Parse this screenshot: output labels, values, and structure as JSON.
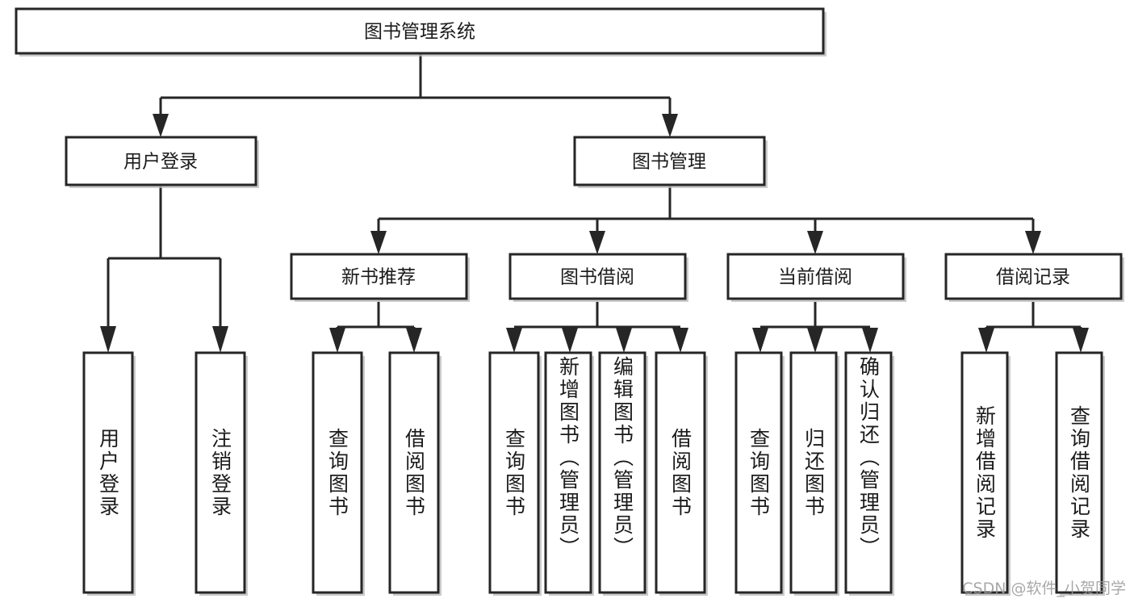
{
  "diagram": {
    "type": "tree-hierarchy",
    "title": "图书管理系统",
    "watermark": "CSDN @软件_小贺同学",
    "colors": {
      "background": "#ffffff",
      "box_fill": "#ffffff",
      "box_stroke": "#262626",
      "text": "#1b1b1b",
      "watermark": "#9a9a9a"
    },
    "root": {
      "id": "root",
      "label": "图书管理系统"
    },
    "level2": [
      {
        "id": "user-login",
        "label": "用户登录"
      },
      {
        "id": "book-management",
        "label": "图书管理"
      }
    ],
    "level3": [
      {
        "id": "new-book-recommend",
        "label": "新书推荐",
        "parent": "book-management"
      },
      {
        "id": "book-borrow",
        "label": "图书借阅",
        "parent": "book-management"
      },
      {
        "id": "current-borrow",
        "label": "当前借阅",
        "parent": "book-management"
      },
      {
        "id": "borrow-record",
        "label": "借阅记录",
        "parent": "book-management"
      }
    ],
    "leaves": [
      {
        "id": "leaf-user-login",
        "label": "用户登录",
        "parent": "user-login"
      },
      {
        "id": "leaf-logout",
        "label": "注销登录",
        "parent": "user-login"
      },
      {
        "id": "leaf-query-book-1",
        "label": "查询图书",
        "parent": "new-book-recommend"
      },
      {
        "id": "leaf-borrow-book-1",
        "label": "借阅图书",
        "parent": "new-book-recommend"
      },
      {
        "id": "leaf-query-book-2",
        "label": "查询图书",
        "parent": "book-borrow"
      },
      {
        "id": "leaf-add-book",
        "label": "新增图书（管理员）",
        "parent": "book-borrow"
      },
      {
        "id": "leaf-edit-book",
        "label": "编辑图书（管理员）",
        "parent": "book-borrow"
      },
      {
        "id": "leaf-borrow-book-2",
        "label": "借阅图书",
        "parent": "book-borrow"
      },
      {
        "id": "leaf-query-book-3",
        "label": "查询图书",
        "parent": "current-borrow"
      },
      {
        "id": "leaf-return-book",
        "label": "归还图书",
        "parent": "current-borrow"
      },
      {
        "id": "leaf-confirm-return",
        "label": "确认归还（管理员）",
        "parent": "current-borrow"
      },
      {
        "id": "leaf-add-record",
        "label": "新增借阅记录",
        "parent": "borrow-record"
      },
      {
        "id": "leaf-query-record",
        "label": "查询借阅记录",
        "parent": "borrow-record"
      }
    ]
  }
}
